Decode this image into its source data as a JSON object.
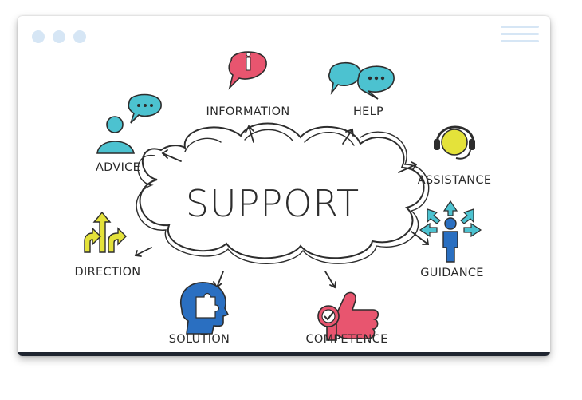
{
  "window": {
    "controls": [
      "dot-1",
      "dot-2",
      "dot-3"
    ],
    "menu_icon": "hamburger-icon"
  },
  "diagram": {
    "center": "SUPPORT",
    "nodes": [
      {
        "id": "information",
        "label": "INFORMATION",
        "icon": "info-speech-bubble-icon"
      },
      {
        "id": "help",
        "label": "HELP",
        "icon": "chat-bubbles-icon"
      },
      {
        "id": "advice",
        "label": "ADVICE",
        "icon": "person-speech-icon"
      },
      {
        "id": "assistance",
        "label": "ASSISTANCE",
        "icon": "headset-icon"
      },
      {
        "id": "direction",
        "label": "DIRECTION",
        "icon": "direction-arrows-icon"
      },
      {
        "id": "guidance",
        "label": "GUIDANCE",
        "icon": "person-arrows-icon"
      },
      {
        "id": "solution",
        "label": "SOLUTION",
        "icon": "head-puzzle-icon"
      },
      {
        "id": "competence",
        "label": "COMPETENCE",
        "icon": "thumbs-up-check-icon"
      }
    ]
  },
  "colors": {
    "pink": "#e8556f",
    "teal": "#4cc2d0",
    "yellow": "#e4e23a",
    "blue": "#2a6fc1",
    "dark": "#2d2d2d"
  }
}
